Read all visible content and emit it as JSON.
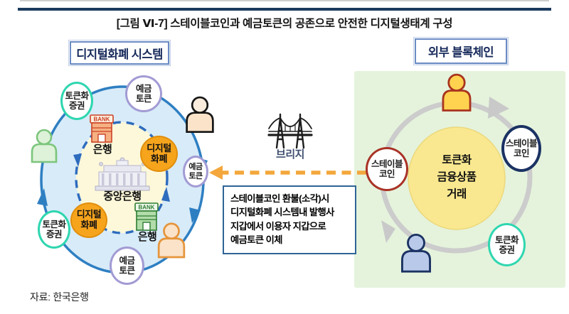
{
  "figure": {
    "title": "[그림 Ⅵ-7] 스테이블코인과 예금토큰의 공존으로 안전한 디지털생태계 구성",
    "source": "자료: 한국은행"
  },
  "digital_currency_system": {
    "header": "디지털화폐 시스템",
    "labels": {
      "deposit_token_top": "예금\n토큰",
      "tokenized_securities_upper": "토큰화\n증권",
      "deposit_token_right": "예금\n토큰",
      "tokenized_securities_lower": "토큰화\n증권",
      "deposit_token_bottom": "예금\n토큰",
      "digital_currency_upper": "디지털\n화폐",
      "digital_currency_lower": "디지털\n화폐",
      "bank_upper": "은행",
      "bank_lower": "은행",
      "central_bank": "중앙은행",
      "bank_sign": "BANK"
    }
  },
  "bridge": {
    "label": "브리지"
  },
  "note": {
    "text": "스테이블코인 환불(소각)시\n디지털화폐 시스템내 발행사\n지갑에서 이용자 지갑으로\n예금토큰 이체"
  },
  "external_blockchain": {
    "header": "외부 블록체인",
    "labels": {
      "center": "토큰화\n금융상품\n거래",
      "stablecoin_left": "스테이블\n코인",
      "stablecoin_right": "스테이블\n코인",
      "tokenized_securities": "토큰화\n증권"
    }
  },
  "colors": {
    "flow_blue": "#2e7fc2",
    "inner_dashed_blue": "#2e6cbe",
    "panel_green": "#e5f3dc",
    "token_purple": "#a29bd4",
    "token_teal": "#2fd6b0",
    "digital_currency_orange": "#f7a41d",
    "stablecoin_red": "#a93226",
    "stablecoin_navy": "#1b3263",
    "center_yellow": "#f9e88f",
    "bridge_arrow_orange": "#f3a73c",
    "ring_gray": "#cccccc"
  }
}
